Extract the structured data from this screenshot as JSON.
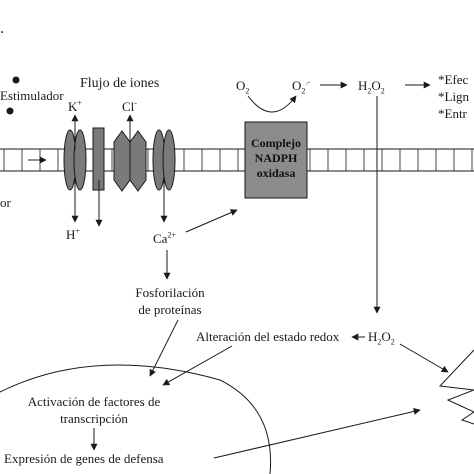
{
  "labels": {
    "flujo_iones": "Flujo de iones",
    "estimulador": "Estimulador",
    "receptor_fragment": "or",
    "k_ion": "K",
    "k_sup": "+",
    "cl_ion": "Cl",
    "cl_sup": "-",
    "h_ion": "H",
    "h_sup": "+",
    "ca_ion": "Ca",
    "ca_sup": "2+",
    "o2_a": "O",
    "o2_a_sub": "2",
    "o2_b": "O",
    "o2_b_sub": "2",
    "o2_b_sup": ".-",
    "h2o2_top_h": "H",
    "h2o2_top_sub1": "2",
    "h2o2_top_o": "O",
    "h2o2_top_sub2": "2",
    "h2o2_mid_h": "H",
    "h2o2_mid_sub1": "2",
    "h2o2_mid_o": "O",
    "h2o2_mid_sub2": "2",
    "complejo_l1": "Complejo",
    "complejo_l2": "NADPH",
    "complejo_l3": "oxidasa",
    "fosfo_l1": "Fosforilación",
    "fosfo_l2": "de proteínas",
    "alteracion": "Alteración del estado redox",
    "activacion_l1": "Activación de factores de",
    "activacion_l2": "transcripción",
    "expresion": "Expresión de genes de defensa",
    "efecto_1": "*Efec",
    "efecto_2": "*Lign",
    "efecto_3": "*Entr",
    "corner_mark": "."
  },
  "colors": {
    "line": "#1a1a1a",
    "channel_fill": "#7a7a7a",
    "complex_fill": "#8c8c8c",
    "background": "#ffffff"
  }
}
